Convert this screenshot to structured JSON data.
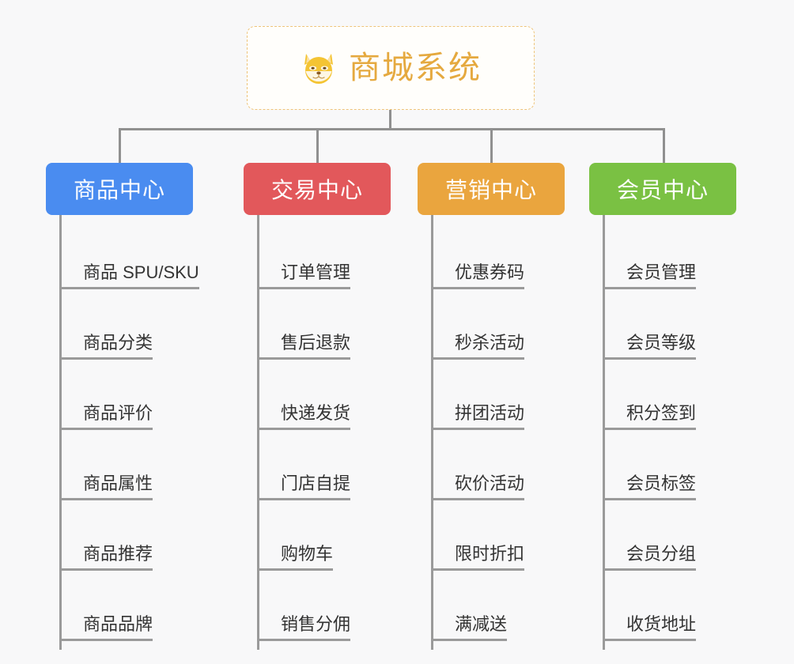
{
  "diagram": {
    "type": "org-chart",
    "background_color": "#f8f8f9",
    "connector_color": "#909090",
    "root": {
      "title": "商城系统",
      "icon": "shiba-dog-face-icon",
      "text_color": "#e5a93f",
      "border_color": "#eec47a",
      "background_color": "#fffefb"
    },
    "columns": [
      {
        "id": "product-center",
        "label": "商品中心",
        "color": "#4a8cf0",
        "items": [
          "商品 SPU/SKU",
          "商品分类",
          "商品评价",
          "商品属性",
          "商品推荐",
          "商品品牌"
        ]
      },
      {
        "id": "trade-center",
        "label": "交易中心",
        "color": "#e2585b",
        "items": [
          "订单管理",
          "售后退款",
          "快递发货",
          "门店自提",
          "购物车",
          "销售分佣"
        ]
      },
      {
        "id": "marketing-center",
        "label": "营销中心",
        "color": "#eaa53e",
        "items": [
          "优惠券码",
          "秒杀活动",
          "拼团活动",
          "砍价活动",
          "限时折扣",
          "满减送"
        ]
      },
      {
        "id": "member-center",
        "label": "会员中心",
        "color": "#7ac143",
        "items": [
          "会员管理",
          "会员等级",
          "积分签到",
          "会员标签",
          "会员分组",
          "收货地址"
        ]
      }
    ]
  }
}
